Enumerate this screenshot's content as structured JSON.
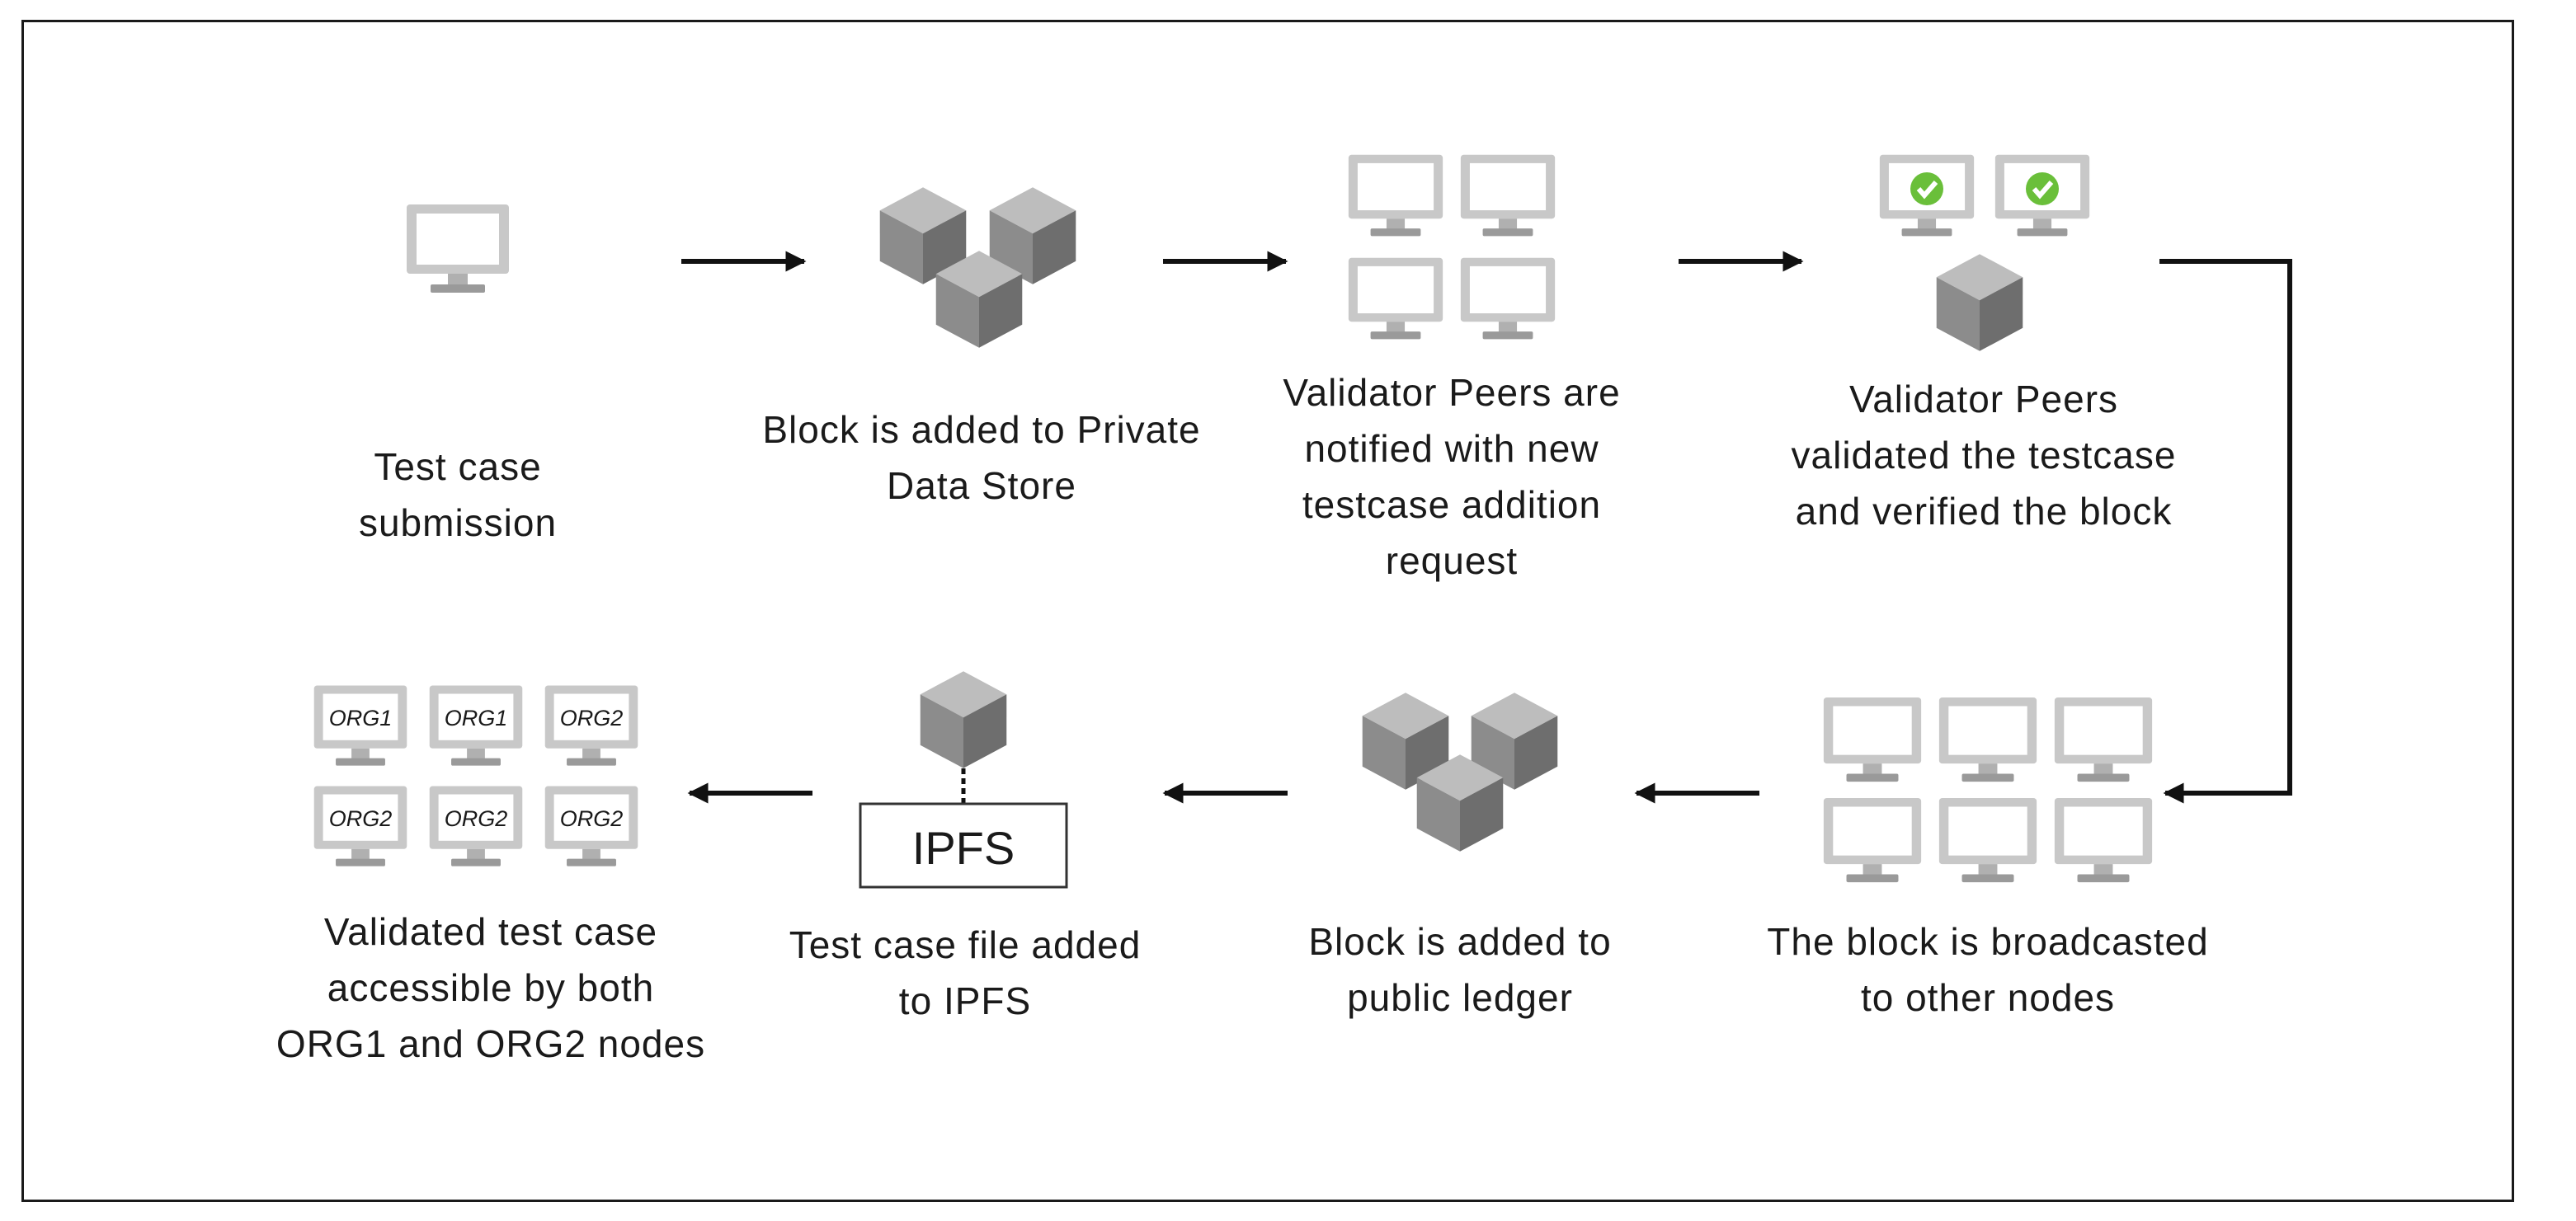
{
  "colors": {
    "monitor_frame": "#c8c8c8",
    "monitor_stand": "#9a9a9a",
    "monitor_highlight": "#a6a6a6",
    "cube_top": "#bdbdbd",
    "cube_left": "#8c8c8c",
    "cube_right": "#6e6e6e",
    "check_green": "#6abf3a",
    "arrow": "#111111",
    "border": "#1a1a1a"
  },
  "steps": {
    "submission": {
      "lines": [
        "Test case",
        "submission"
      ],
      "icon": "monitor-icon"
    },
    "private_store": {
      "lines": [
        "Block is added to Private",
        "Data Store"
      ],
      "icon": "cubes-icon"
    },
    "notified": {
      "lines": [
        "Validator Peers are",
        "notified with new",
        "testcase addition",
        "request"
      ],
      "icon": "monitors-grid-icon"
    },
    "validated": {
      "lines": [
        "Validator Peers",
        "validated the testcase",
        "and verified the block"
      ],
      "icon": "checked-monitors-icon"
    },
    "broadcast": {
      "lines": [
        "The block is broadcasted",
        "to other nodes"
      ],
      "icon": "monitors-grid-icon"
    },
    "public_ledger": {
      "lines": [
        "Block is added to",
        "public ledger"
      ],
      "icon": "cubes-icon"
    },
    "ipfs": {
      "lines": [
        "Test case file added",
        "to IPFS"
      ],
      "box_label": "IPFS",
      "icon": "cube-icon"
    },
    "accessible": {
      "lines": [
        "Validated test case",
        "accessible by both",
        "ORG1 and ORG2 nodes"
      ],
      "icon": "org-monitors-icon"
    }
  },
  "org_labels": [
    "ORG1",
    "ORG1",
    "ORG2",
    "ORG2",
    "ORG2",
    "ORG2"
  ]
}
